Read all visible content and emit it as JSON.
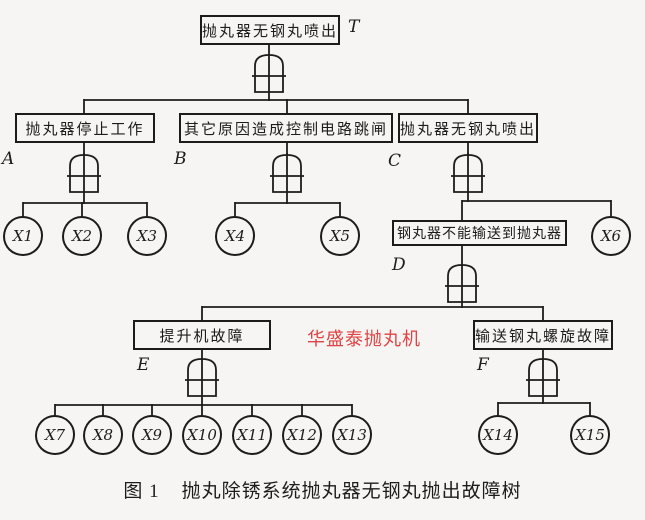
{
  "canvas": {
    "background": "#f6f5f3",
    "ink": "#1c1c1c"
  },
  "tree": {
    "top_event": {
      "id": "T",
      "label": "抛丸器无钢丸喷出"
    },
    "gate_symbol": "+",
    "gate_icon": "or-gate-icon",
    "intermediate_events": [
      {
        "id": "A",
        "label": "抛丸器停止工作"
      },
      {
        "id": "B",
        "label": "其它原因造成控制电路跳闸"
      },
      {
        "id": "C",
        "label": "抛丸器无钢丸喷出"
      },
      {
        "id": "D",
        "label": "钢丸器不能输送到抛丸器"
      },
      {
        "id": "E",
        "label": "提升机故障"
      },
      {
        "id": "F",
        "label": "输送钢丸螺旋故障"
      }
    ],
    "basic_events": [
      "X1",
      "X2",
      "X3",
      "X4",
      "X5",
      "X6",
      "X7",
      "X8",
      "X9",
      "X10",
      "X11",
      "X12",
      "X13",
      "X14",
      "X15"
    ],
    "watermark": {
      "text": "华盛泰抛丸机",
      "color": "#e04343"
    },
    "caption": {
      "figure_label": "图 1",
      "title": "抛丸除锈系统抛丸器无钢丸抛出故障树"
    }
  }
}
